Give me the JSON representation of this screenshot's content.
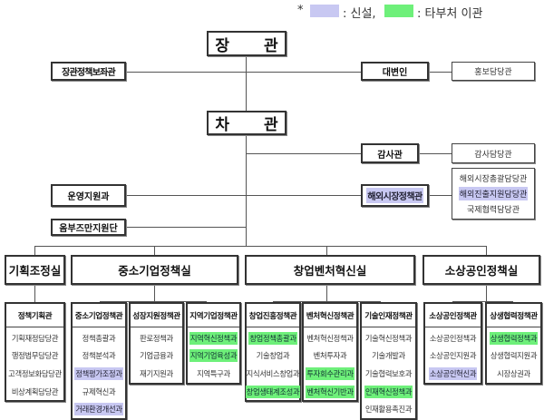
{
  "legend": {
    "marker": "*",
    "new_label": ": 신설,",
    "transferred_label": ": 타부처 이관",
    "colors": {
      "new": "#c8c8f2",
      "transferred": "#6ef07a"
    }
  },
  "top": {
    "minister": "장 관",
    "minister_aide": "장관정책보좌관",
    "spokesperson": "대변인",
    "pr_office": "홍보담당관",
    "vice_minister": "차 관",
    "inspector": "감사관",
    "audit_office": "감사담당관",
    "operations_support": "운영지원과",
    "ombudsman": "옴부즈만지원단",
    "overseas_policy": "해외시장정책관",
    "overseas_offices": [
      "해외시장총괄담당관",
      "해외진출지원담당관",
      "국제협력담당관"
    ]
  },
  "offices": [
    "기획조정실",
    "중소기업정책실",
    "창업벤처혁신실",
    "소상공인정책실"
  ],
  "bureaus": [
    {
      "title": "정책기획관",
      "items": [
        {
          "name": "기획재정담당관"
        },
        {
          "name": "행정법무담당관"
        },
        {
          "name": "고객정보화담당관"
        },
        {
          "name": "비상계획담당관"
        }
      ]
    },
    {
      "title": "중소기업정책관",
      "items": [
        {
          "name": "정책총괄과"
        },
        {
          "name": "정책분석과"
        },
        {
          "name": "정책평가조정과",
          "status": "new"
        },
        {
          "name": "규제혁신과"
        },
        {
          "name": "거래환경개선과",
          "status": "new"
        }
      ]
    },
    {
      "title": "성장지원정책관",
      "items": [
        {
          "name": "판로정책과"
        },
        {
          "name": "기업금융과"
        },
        {
          "name": "재기지원과"
        }
      ]
    },
    {
      "title": "지역기업정책관",
      "items": [
        {
          "name": "지역혁신정책과",
          "status": "transferred"
        },
        {
          "name": "지역기업육성과",
          "status": "transferred"
        },
        {
          "name": "지역특구과"
        }
      ]
    },
    {
      "title": "창업진흥정책관",
      "items": [
        {
          "name": "창업정책총괄과",
          "status": "transferred"
        },
        {
          "name": "기술창업과"
        },
        {
          "name": "지식서비스창업과"
        },
        {
          "name": "창업생태계조성과",
          "status": "transferred"
        }
      ]
    },
    {
      "title": "벤처혁신정책관",
      "items": [
        {
          "name": "벤처혁신정책과"
        },
        {
          "name": "벤처투자과"
        },
        {
          "name": "투자회수관리과",
          "status": "transferred"
        },
        {
          "name": "벤처혁신기반과",
          "status": "transferred"
        }
      ]
    },
    {
      "title": "기술인재정책관",
      "items": [
        {
          "name": "기술혁신정책과"
        },
        {
          "name": "기술개발과"
        },
        {
          "name": "기술협력보호과"
        },
        {
          "name": "인재혁신정책과",
          "status": "transferred"
        },
        {
          "name": "인재활용촉진과"
        }
      ]
    },
    {
      "title": "소상공인정책관",
      "items": [
        {
          "name": "소상공인정책과"
        },
        {
          "name": "소상공인지원과"
        },
        {
          "name": "소상공인혁신과",
          "status": "new"
        }
      ]
    },
    {
      "title": "상생협력정책관",
      "items": [
        {
          "name": "상생협력정책과",
          "status": "transferred"
        },
        {
          "name": "상생협력지원과"
        },
        {
          "name": "시장상권과"
        }
      ]
    }
  ]
}
